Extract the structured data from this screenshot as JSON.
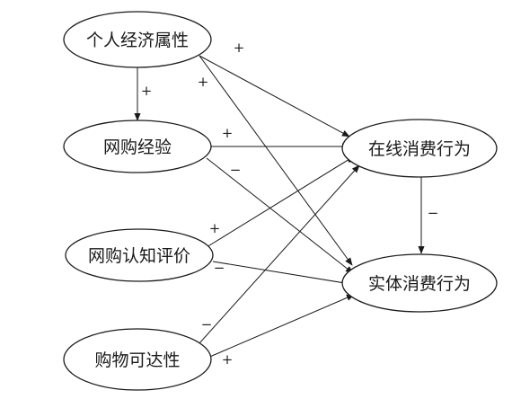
{
  "nodes": [
    {
      "id": "personal_economic",
      "label": "个人经济属性"
    },
    {
      "id": "online_shopping_experience",
      "label": "网购经验"
    },
    {
      "id": "online_shopping_cognition",
      "label": "网购认知评价"
    },
    {
      "id": "shopping_accessibility",
      "label": "购物可达性"
    },
    {
      "id": "online_consumption",
      "label": "在线消费行为"
    },
    {
      "id": "physical_consumption",
      "label": "实体消费行为"
    }
  ],
  "edges": [
    {
      "id": "e1",
      "from": "personal_economic",
      "to": "online_consumption",
      "sign": "+"
    },
    {
      "id": "e2",
      "from": "personal_economic",
      "to": "physical_consumption",
      "sign": "+"
    },
    {
      "id": "e3",
      "from": "personal_economic",
      "to": "online_shopping_experience",
      "sign": "+"
    },
    {
      "id": "e4",
      "from": "online_shopping_experience",
      "to": "online_consumption",
      "sign": "+"
    },
    {
      "id": "e5",
      "from": "online_shopping_experience",
      "to": "physical_consumption",
      "sign": "−"
    },
    {
      "id": "e6",
      "from": "online_shopping_cognition",
      "to": "online_consumption",
      "sign": "+"
    },
    {
      "id": "e7",
      "from": "online_shopping_cognition",
      "to": "physical_consumption",
      "sign": "−"
    },
    {
      "id": "e8",
      "from": "shopping_accessibility",
      "to": "online_consumption",
      "sign": "−"
    },
    {
      "id": "e9",
      "from": "shopping_accessibility",
      "to": "physical_consumption",
      "sign": "+"
    },
    {
      "id": "e10",
      "from": "online_consumption",
      "to": "physical_consumption",
      "sign": "−"
    }
  ]
}
